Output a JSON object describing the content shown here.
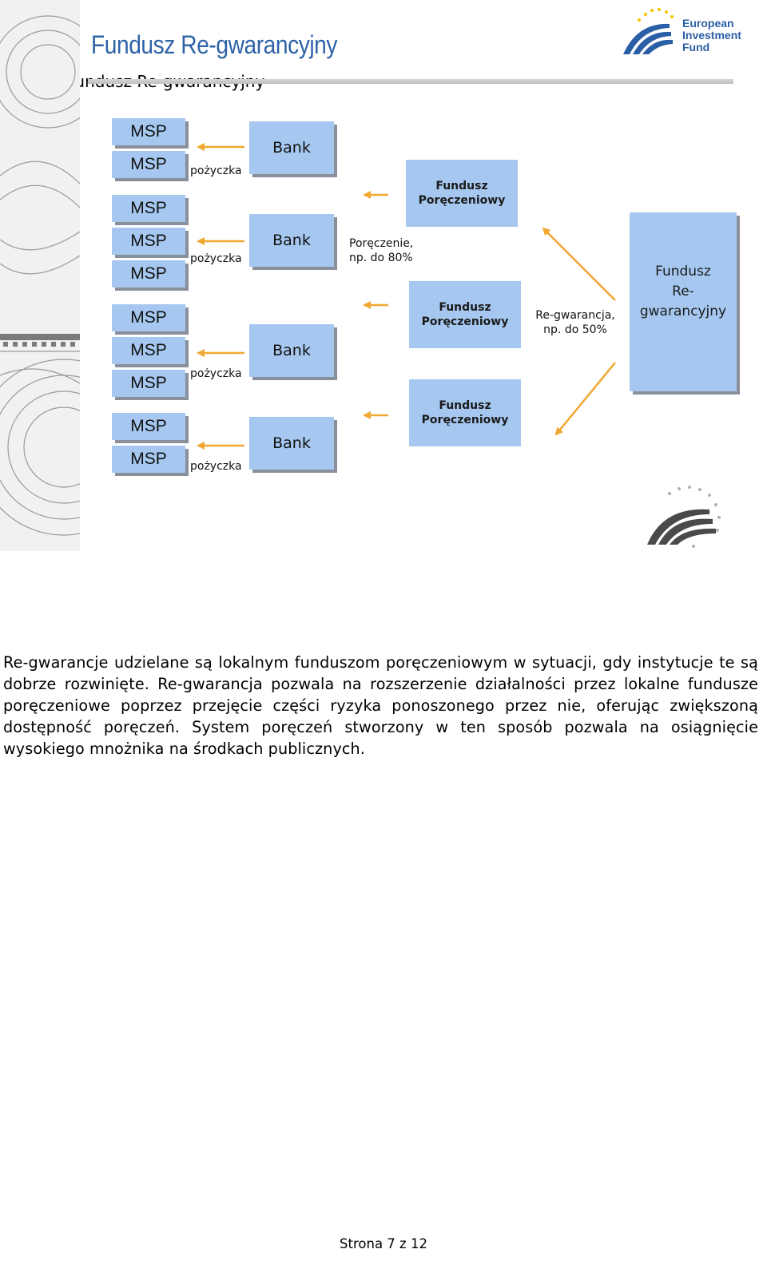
{
  "header": {
    "logo_lines": [
      "European",
      "Investment",
      "Fund"
    ]
  },
  "section": {
    "bullet": "•",
    "title": "Fundusz Re-gwarancyjny"
  },
  "diagram": {
    "title": "Fundusz Re-gwarancyjny",
    "msp_label": "MSP",
    "bank_label": "Bank",
    "loan_label": "pożyczka",
    "guarantee_line1": "Poręczenie,",
    "guarantee_line2": "np. do 80%",
    "fund_line1": "Fundusz",
    "fund_line2": "Poręczeniowy",
    "reguarantee_line1": "Re-gwarancja,",
    "reguarantee_line2": "np. do 50%",
    "refund_line1": "Fundusz",
    "refund_line2": "Re-",
    "refund_line3": "gwarancyjny",
    "colors": {
      "box": "#a6c8f0",
      "shadow": "#8a8f9c",
      "arrow": "#f0a830",
      "title": "#2e63a8"
    }
  },
  "body": {
    "paragraph": "Re-gwarancje udzielane są lokalnym funduszom poręczeniowym w sytuacji, gdy instytucje te są dobrze rozwinięte. Re-gwarancja pozwala na rozszerzenie działalności przez lokalne fundusze poręczeniowe poprzez przejęcie części ryzyka ponoszonego przez nie, oferując zwiększoną dostępność poręczeń. System poręczeń stworzony w ten sposób pozwala na osiągnięcie wysokiego mnożnika na środkach publicznych."
  },
  "footer": {
    "page": "Strona 7 z 12"
  }
}
